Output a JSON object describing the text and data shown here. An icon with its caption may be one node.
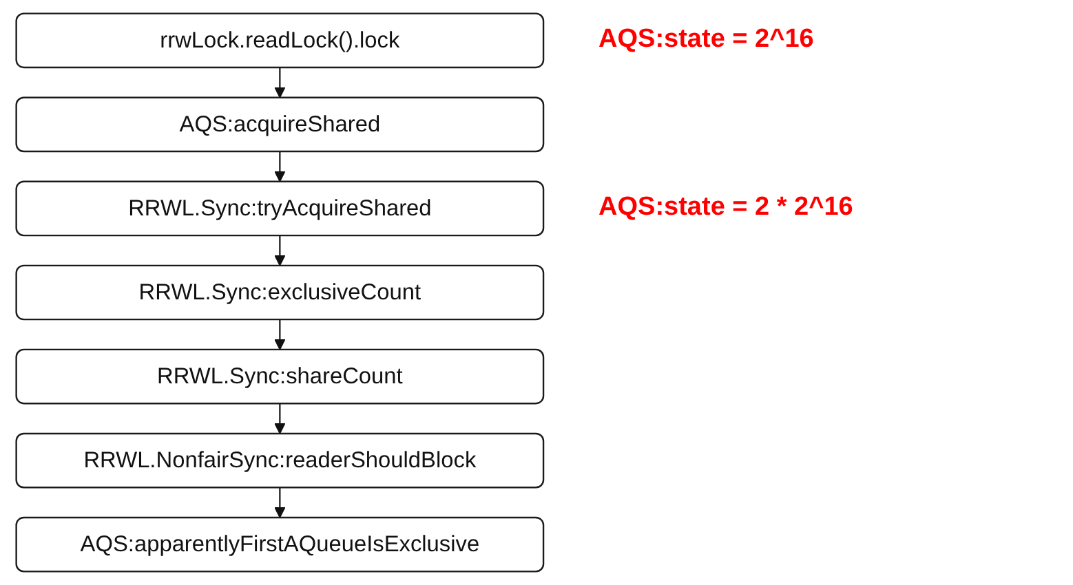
{
  "diagram": {
    "nodes": [
      {
        "text": [
          "rrwLock.readLock().lock"
        ],
        "beside": [
          "AQS:state = 2^16"
        ]
      },
      {
        "text": [
          "AQS:acquireShared"
        ]
      },
      {
        "text": [
          "RRWL.Sync:tryAcquireShared"
        ],
        "beside": [
          "AQS:state = 2 * 2^16"
        ]
      },
      {
        "text": [
          "RRWL.Sync:exclusiveCount"
        ]
      },
      {
        "text": [
          "RRWL.Sync:shareCount"
        ]
      },
      {
        "text": [
          "RRWL.NonfairSync:readerShouldBlock"
        ]
      },
      {
        "text": [
          "AQS:apparentlyFirstAQueueIsExclusive"
        ]
      }
    ],
    "edges": [
      {
        "from": 0,
        "to": 1,
        "arrow": "to"
      },
      {
        "from": 1,
        "to": 2,
        "arrow": "to"
      },
      {
        "from": 2,
        "to": 3,
        "arrow": "to"
      },
      {
        "from": 3,
        "to": 4,
        "arrow": "to"
      },
      {
        "from": 4,
        "to": 5,
        "arrow": "to"
      },
      {
        "from": 5,
        "to": 6,
        "arrow": "to"
      }
    ]
  }
}
